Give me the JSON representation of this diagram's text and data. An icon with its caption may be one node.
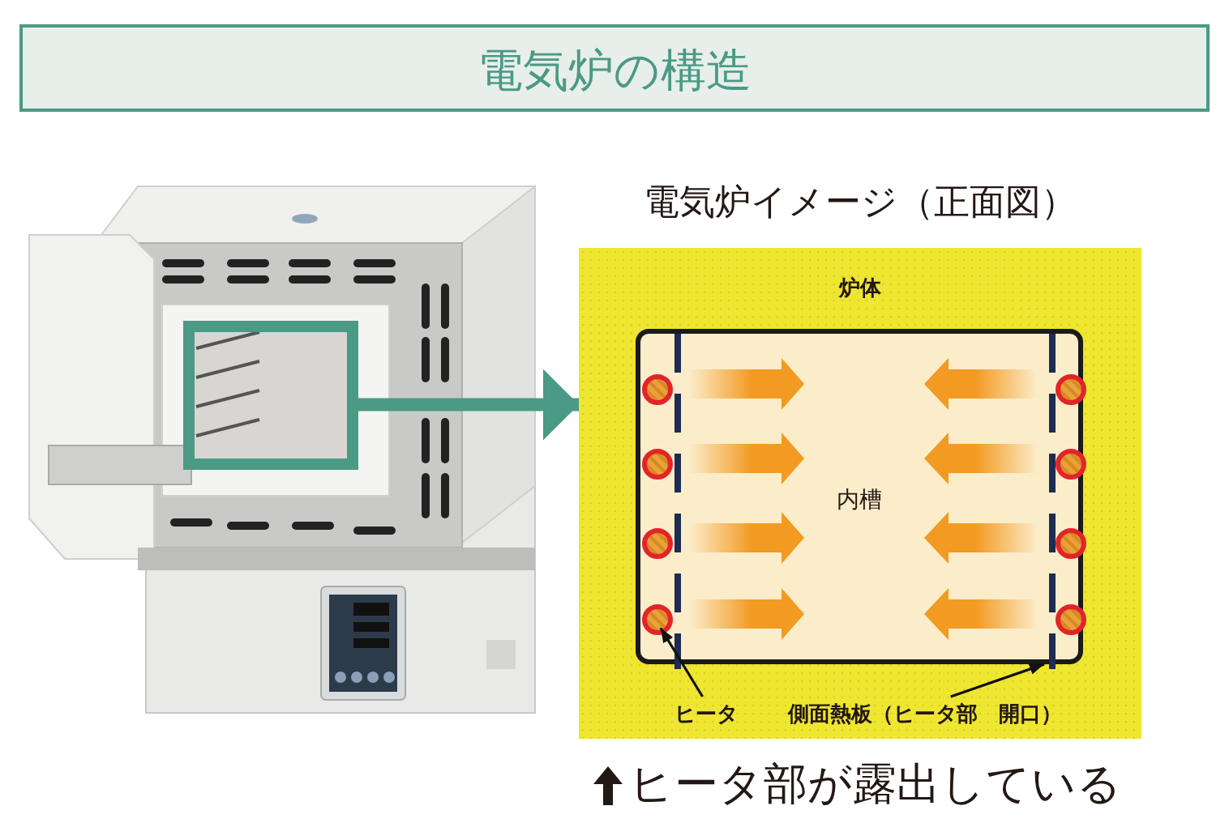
{
  "diagram": {
    "title": "電気炉の構造",
    "nodes": [
      {
        "text": [],
        "shape": "picture"
      },
      {
        "text": [],
        "shape": "box",
        "in": 0
      },
      {
        "text": [
          "電気炉イメージ（正面図）",
          "炉体"
        ]
      },
      {
        "text": [
          "内槽"
        ],
        "in": 2
      },
      {
        "text": [],
        "shape": "circle",
        "in": 3
      },
      {
        "text": [],
        "shape": "circle",
        "in": 3
      },
      {
        "text": [],
        "shape": "circle",
        "in": 3
      },
      {
        "text": [],
        "shape": "circle",
        "in": 3
      },
      {
        "text": [],
        "shape": "circle",
        "in": 3
      },
      {
        "text": [],
        "shape": "circle",
        "in": 3
      },
      {
        "text": [],
        "shape": "circle",
        "in": 3
      },
      {
        "text": [],
        "shape": "circle",
        "in": 3
      },
      {
        "text": [],
        "shape": "bar",
        "in": 3
      },
      {
        "text": [],
        "shape": "bar",
        "in": 3
      },
      {
        "text": [
          "ヒータ"
        ],
        "in": 2
      },
      {
        "text": [
          "側面熱板（ヒータ部　開口）"
        ],
        "in": 2
      }
    ],
    "edges": [
      {
        "from": 1,
        "to": 2,
        "arrow": "to",
        "style": "thick",
        "color": "#4a9a85"
      },
      {
        "from": 14,
        "to": 7,
        "arrow": "to"
      },
      {
        "from": 15,
        "to": 13,
        "arrow": "to"
      }
    ],
    "labels": [
      "ヒータ部が露出している"
    ]
  }
}
